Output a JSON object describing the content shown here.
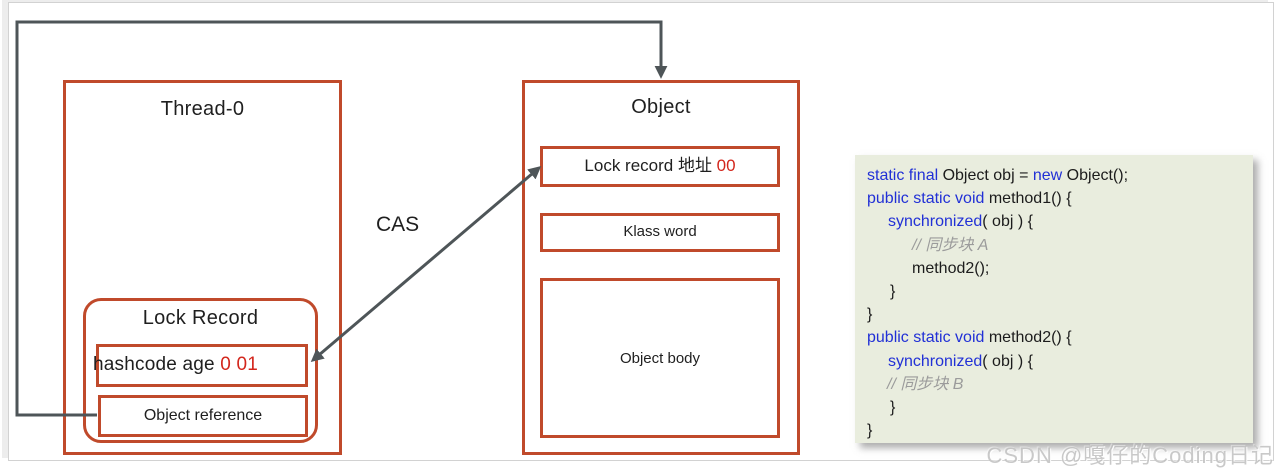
{
  "colors": {
    "box_border_red": "#c04a2b",
    "highlight_red": "#d3261c",
    "arrow_gray": "#4e5558",
    "keyword_blue": "#2130d6",
    "comment_gray": "#9b9b9b",
    "code_background": "#e9edde"
  },
  "thread_box": {
    "title": "Thread-0",
    "lock_record": {
      "title": "Lock Record",
      "hashcode_label": "hashcode age ",
      "hashcode_value": "0 01",
      "object_reference_label": "Object reference"
    }
  },
  "object_box": {
    "title": "Object",
    "lock_record_addr_label": "Lock record 地址 ",
    "lock_record_addr_value": "00",
    "klass_word_label": "Klass word",
    "object_body_label": "Object body"
  },
  "cas_label": "CAS",
  "code": {
    "lines": [
      {
        "indent": 0,
        "segments": [
          {
            "type": "kw",
            "text": "static final"
          },
          {
            "type": "plain",
            "text": " Object obj = "
          },
          {
            "type": "kw",
            "text": "new"
          },
          {
            "type": "plain",
            "text": " Object();"
          }
        ]
      },
      {
        "indent": 0,
        "segments": [
          {
            "type": "kw",
            "text": "public static void"
          },
          {
            "type": "plain",
            "text": " method1() {"
          }
        ]
      },
      {
        "indent": 21,
        "segments": [
          {
            "type": "kw",
            "text": "synchronized"
          },
          {
            "type": "plain",
            "text": "( obj ) {"
          }
        ]
      },
      {
        "indent": 45,
        "segments": [
          {
            "type": "comment",
            "text": "// 同步块 A"
          }
        ]
      },
      {
        "indent": 45,
        "segments": [
          {
            "type": "plain",
            "text": "method2();"
          }
        ]
      },
      {
        "indent": 23,
        "segments": [
          {
            "type": "plain",
            "text": "}"
          }
        ]
      },
      {
        "indent": 0,
        "segments": [
          {
            "type": "plain",
            "text": "}"
          }
        ]
      },
      {
        "indent": 0,
        "segments": [
          {
            "type": "kw",
            "text": "public static void"
          },
          {
            "type": "plain",
            "text": " method2() {"
          }
        ]
      },
      {
        "indent": 21,
        "segments": [
          {
            "type": "kw",
            "text": "synchronized"
          },
          {
            "type": "plain",
            "text": "( obj ) {"
          }
        ]
      },
      {
        "indent": 20,
        "segments": [
          {
            "type": "comment",
            "text": "// 同步块 B"
          }
        ]
      },
      {
        "indent": 23,
        "segments": [
          {
            "type": "plain",
            "text": "}"
          }
        ]
      },
      {
        "indent": 0,
        "segments": [
          {
            "type": "plain",
            "text": "}"
          }
        ]
      }
    ]
  },
  "watermark": "CSDN @嘎仔的Coding日记"
}
